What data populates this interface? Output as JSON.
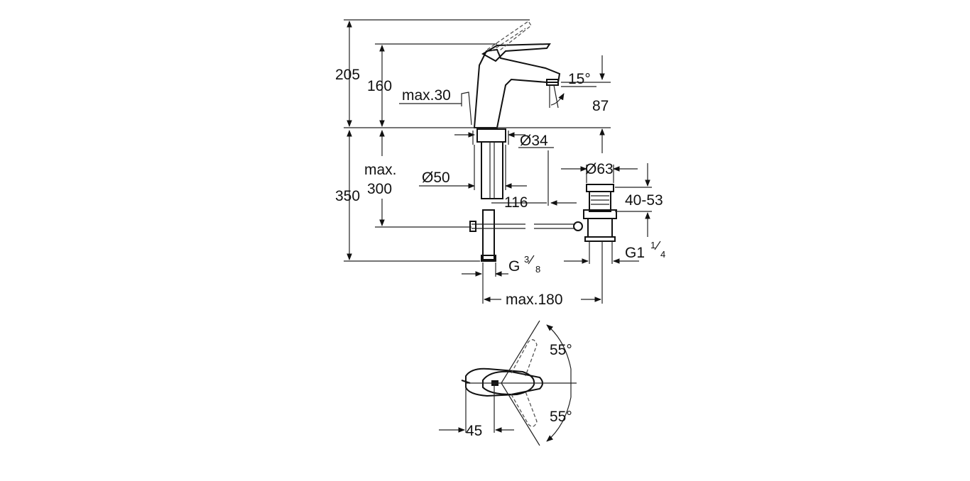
{
  "dimensions": {
    "d205": "205",
    "d160": "160",
    "max30": "max.30",
    "d15deg": "15°",
    "d87": "87",
    "dia34": "Ø34",
    "dia63": "Ø63",
    "max": "max.",
    "d300": "300",
    "dia50": "Ø50",
    "d350": "350",
    "d116": "116",
    "d40_53": "40-53",
    "g1": "G1",
    "g1_num": "1",
    "g1_den": "4",
    "g": "G",
    "g_num": "3",
    "g_den": "8",
    "max180": "max.180",
    "deg55_top": "55°",
    "deg55_bottom": "55°",
    "d45": "45"
  }
}
